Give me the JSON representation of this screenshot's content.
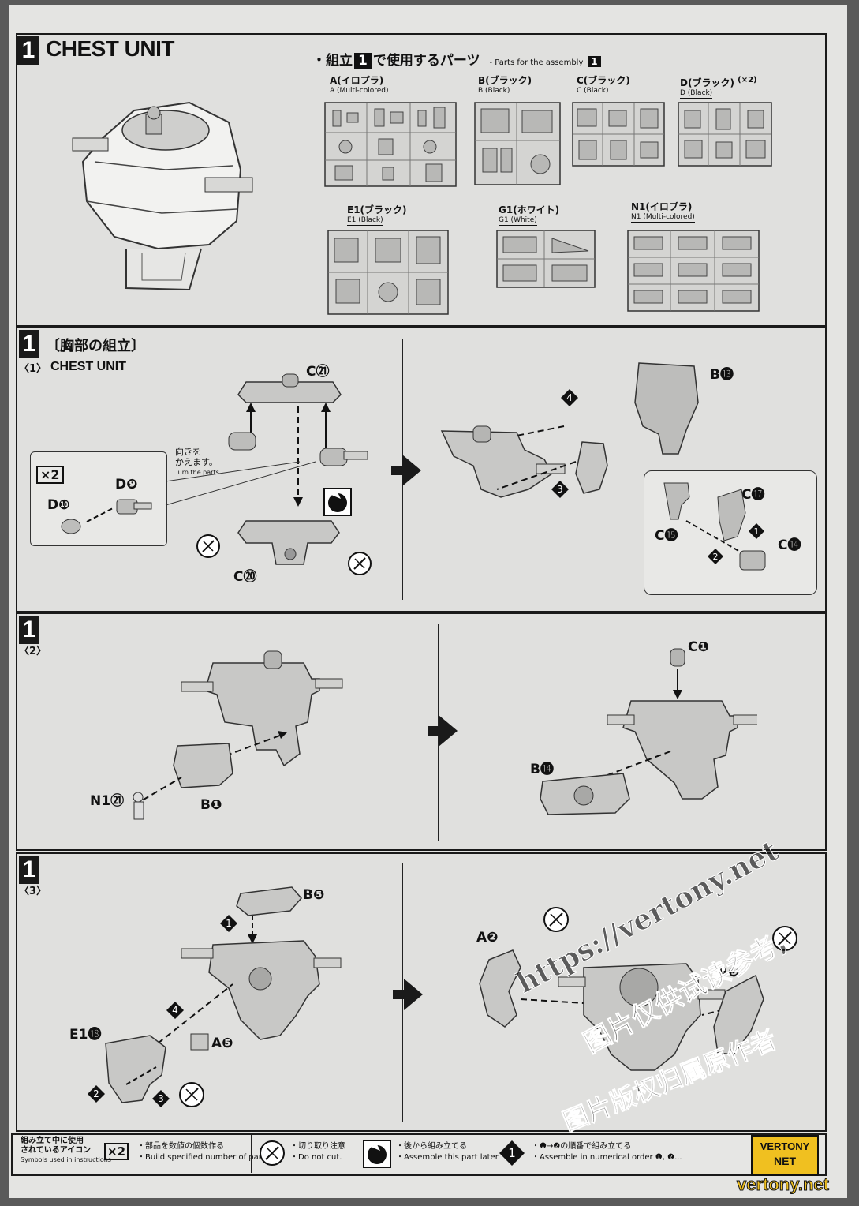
{
  "section_header": {
    "number": "1",
    "title": "CHEST UNIT"
  },
  "parts_header": {
    "bullet": "・組立",
    "number": "1",
    "jp_suffix": "で使用するパーツ",
    "en_prefix": "- Parts for the assembly",
    "en_number": "1"
  },
  "sprues": [
    {
      "jp": "A(イロプラ)",
      "en": "A (Multi-colored)"
    },
    {
      "jp": "B(ブラック)",
      "en": "B (Black)"
    },
    {
      "jp": "C(ブラック)",
      "en": "C (Black)"
    },
    {
      "jp": "D(ブラック)",
      "en": "D (Black)",
      "qty": "(×2)"
    },
    {
      "jp": "E1(ブラック)",
      "en": "E1 (Black)"
    },
    {
      "jp": "G1(ホワイト)",
      "en": "G1 (White)"
    },
    {
      "jp": "N1(イロプラ)",
      "en": "N1 (Multi-colored)"
    }
  ],
  "step1": {
    "number": "1",
    "jp_title": "〔胸部の組立〕",
    "sub": "〈1〉",
    "en_title": "CHEST UNIT",
    "x2": "×2",
    "turn_jp_1": "向きを",
    "turn_jp_2": "かえます。",
    "turn_en": "Turn the parts.",
    "parts": {
      "c21": "C",
      "c21_n": "㉑",
      "d9": "D",
      "d9_n": "❾",
      "d10": "D",
      "d10_n": "❿",
      "c20": "C",
      "c20_n": "⑳",
      "b13": "B",
      "b13_n": "⓭",
      "c17": "C",
      "c17_n": "⓱",
      "c15": "C",
      "c15_n": "⓯",
      "c14": "C",
      "c14_n": "⓮"
    },
    "order": [
      "4",
      "3",
      "1",
      "2"
    ]
  },
  "step2": {
    "number": "1",
    "sub": "〈2〉",
    "parts": {
      "n1": "N1",
      "n1_n": "㉑",
      "b1": "B",
      "b1_n": "❶",
      "c1": "C",
      "c1_n": "❶",
      "b14": "B",
      "b14_n": "⓮"
    }
  },
  "step3": {
    "number": "1",
    "sub": "〈3〉",
    "parts": {
      "b5": "B",
      "b5_n": "❺",
      "e1": "E1",
      "e1_n": "⓲",
      "a5": "A",
      "a5_n": "❺",
      "a2": "A",
      "a2_n": "❷",
      "a3": "A",
      "a3_n": "❸"
    },
    "order": [
      "1",
      "4",
      "2",
      "3"
    ]
  },
  "footer": {
    "title_1": "組み立て中に使用",
    "title_2": "されているアイコン",
    "title_en": "Symbols used in instructions",
    "items": [
      {
        "icon": "x2",
        "jp": "・部品を数値の個数作る",
        "en": "・Build specified number of parts."
      },
      {
        "icon": "no-cut-icon",
        "jp": "・切り取り注意",
        "en": "・Do not cut."
      },
      {
        "icon": "later-icon",
        "jp": "・後から組み立てる",
        "en": "・Assemble this part later."
      },
      {
        "icon": "order-icon",
        "jp": "・❶→❷の順番で組み立てる",
        "en": "・Assemble in numerical order ❶, ❷..."
      }
    ]
  },
  "watermark": {
    "url": "https://vertony.net",
    "cn_1": "图片仅供试读参考,",
    "cn_2": "图片版权归属原作者",
    "badge_1": "VERTONY",
    "badge_2": "NET",
    "site": "vertony.net"
  }
}
